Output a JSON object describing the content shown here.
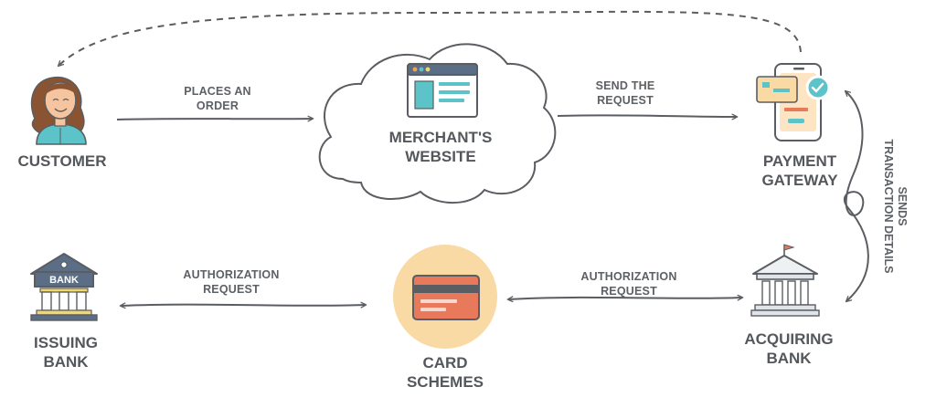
{
  "nodes": {
    "customer": "CUSTOMER",
    "merchant_website": [
      "MERCHANT'S",
      "WEBSITE"
    ],
    "payment_gateway": [
      "PAYMENT",
      "GATEWAY"
    ],
    "issuing_bank": [
      "ISSUING",
      "BANK"
    ],
    "card_schemes": [
      "CARD",
      "SCHEMES"
    ],
    "acquiring_bank": [
      "ACQUIRING",
      "BANK"
    ],
    "bank_sign": "BANK"
  },
  "edges": {
    "places_order": [
      "PLACES AN",
      "ORDER"
    ],
    "send_request": [
      "SEND THE",
      "REQUEST"
    ],
    "auth_left": [
      "AUTHORIZATION",
      "REQUEST"
    ],
    "auth_right": [
      "AUTHORIZATION",
      "REQUEST"
    ],
    "sends_details": [
      "SENDS",
      "TRANSACTION DETAILS"
    ]
  },
  "colors": {
    "arrow": "#5a5d61",
    "text": "#54575b",
    "card_circle": "#f9d9a4",
    "card": "#e8795a",
    "teal": "#5cc3c8",
    "skin": "#f6c49e",
    "hair": "#8a5432"
  }
}
